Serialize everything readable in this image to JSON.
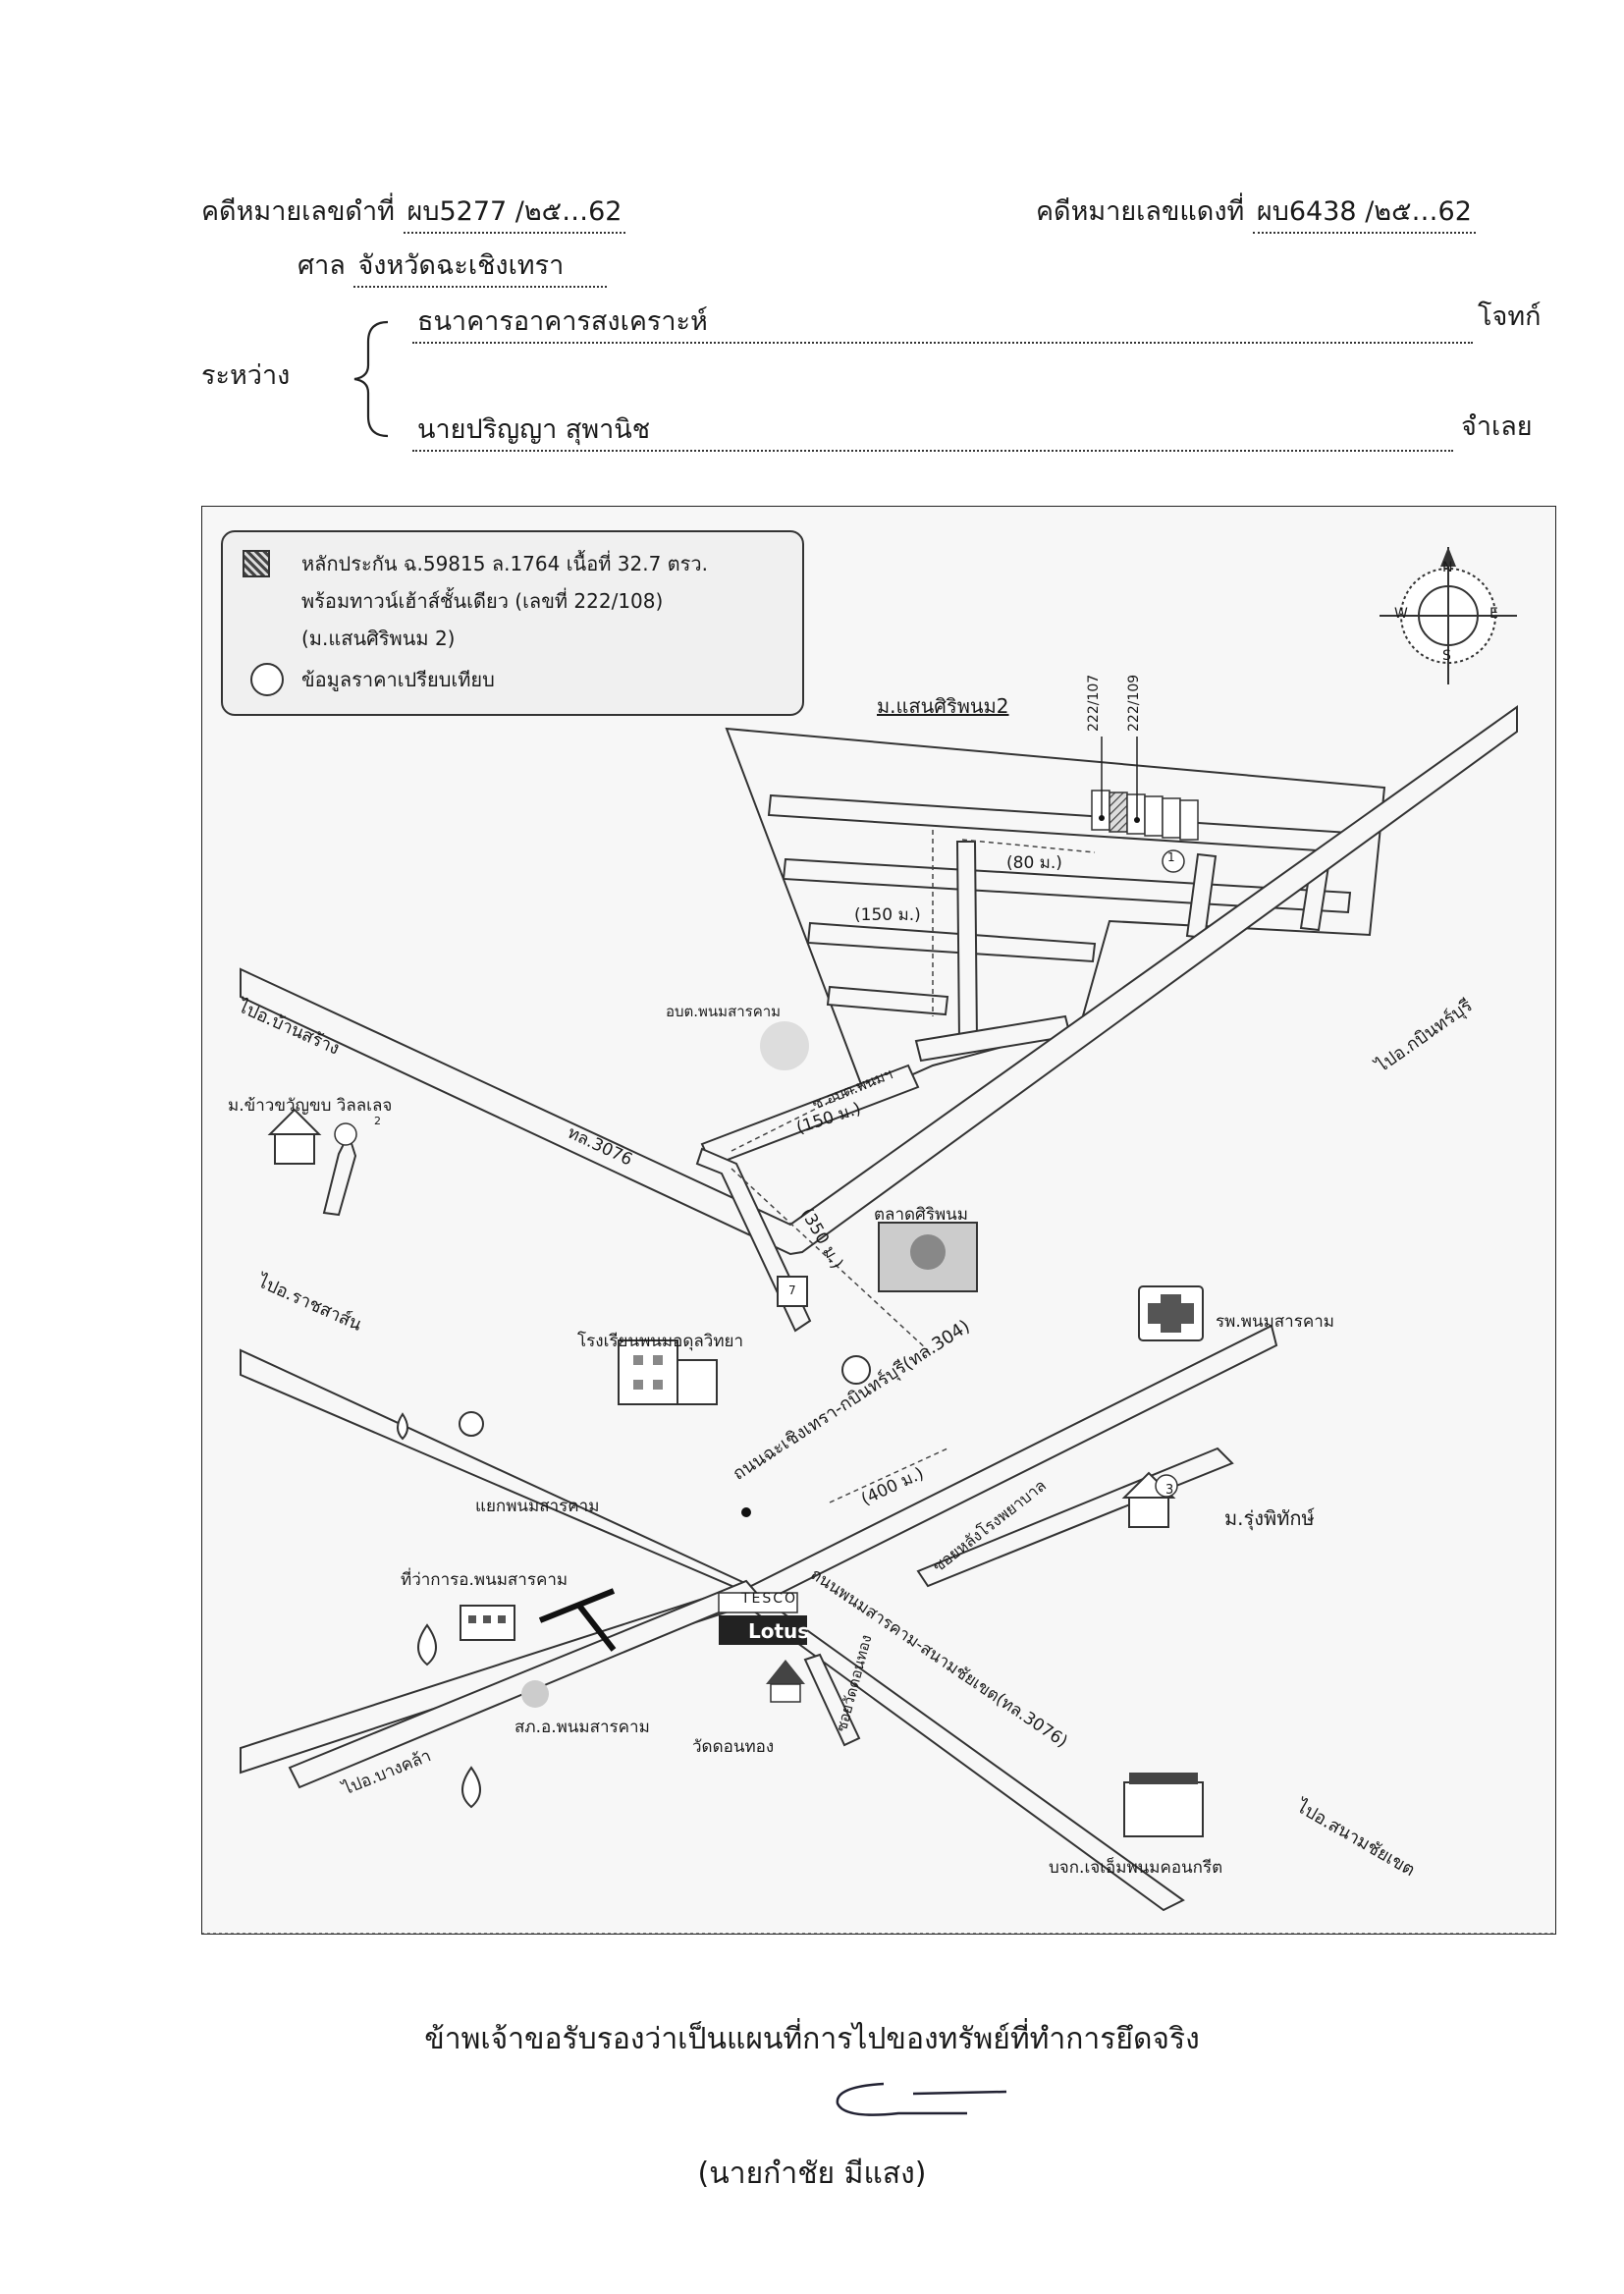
{
  "header": {
    "black_case_label": "คดีหมายเลขดำที่",
    "black_case_no": "ผบ5277",
    "black_case_sep": "/๒๕",
    "black_case_year": "62",
    "red_case_label": "คดีหมายเลขแดงที่",
    "red_case_no": "ผบ6438",
    "red_case_sep": "/๒๕",
    "red_case_year": "62",
    "court_label": "ศาล",
    "court_value": "จังหวัดฉะเชิงเทรา",
    "between_label": "ระหว่าง",
    "plaintiff": "ธนาคารอาคารสงเคราะห์",
    "plaintiff_role": "โจทก์",
    "defendant": "นายปริญญา สุพานิช",
    "defendant_role": "จำเลย"
  },
  "legend": {
    "line1": "หลักประกัน ฉ.59815 ล.1764 เนื้อที่ 32.7 ตรว.",
    "line2": "พร้อมทาวน์เฮ้าส์ชั้นเดียว (เลขที่ 222/108)",
    "line3": "(ม.แสนศิริพนม 2)",
    "line4": "ข้อมูลราคาเปรียบเทียบ"
  },
  "compass": {
    "n": "N",
    "s": "S",
    "e": "E",
    "w": "W"
  },
  "map_labels": {
    "village": "ม.แสนศิริพนม2",
    "house_a": "222/107",
    "house_b": "222/109",
    "dist_80": "(80 ม.)",
    "dist_150a": "(150 ม.)",
    "dist_150b": "(150 ม.)",
    "dist_350": "(350 ม.)",
    "dist_400": "(400 ม.)",
    "marker_1": "1",
    "marker_2": "2",
    "marker_3": "3",
    "sao": "อบต.พนมสารคาม",
    "soi_sao": "ซ.อบต.พนมฯ",
    "to_ban_sang": "ไปอ.บ้านสร้าง",
    "to_kabin": "ไปอ.กบินทร์บุรี",
    "to_ratchasan": "ไปอ.ราชสาส์น",
    "to_bangkhla": "ไปอ.บางคล้า",
    "to_sanam": "ไปอ.สนามชัยเขต",
    "khaokhwan": "ม.ข้าวขวัญขบ วิลลเลจ",
    "route_3076": "ทล.3076",
    "market": "ตลาดศิริพนม",
    "hospital": "รพ.พนมสารคาม",
    "school": "โรงเรียนพนมอดุลวิทยา",
    "intersection": "แยกพนมสารคาม",
    "road_kabin": "ถนนฉะเชิงเทรา-กบินทร์บุรี(ทล.304)",
    "soi_hospital": "ซอยหลังโรงพยาบาล",
    "rungphithak": "ม.รุ่งพิทักษ์",
    "district_office": "ที่ว่าการอ.พนมสารคาม",
    "police": "สภ.อ.พนมสารคาม",
    "tesco_top": "TESCO",
    "tesco_bottom": "Lotus",
    "wat": "วัดดอนทอง",
    "soi_wat": "ซอยวัดดอนทอง",
    "road_sanam": "ถนนพนมสารคาม-สนามชัยเขต(ทล.3076)",
    "concrete": "บจก.เจเอ็มพนมคอนกรีต",
    "seven": "7"
  },
  "footer": {
    "certify": "ข้าพเจ้าขอรับรองว่าเป็นแผนที่การไปของทรัพย์ที่ทำการยึดจริง",
    "signer": "(นายกำชัย มีแสง)"
  }
}
